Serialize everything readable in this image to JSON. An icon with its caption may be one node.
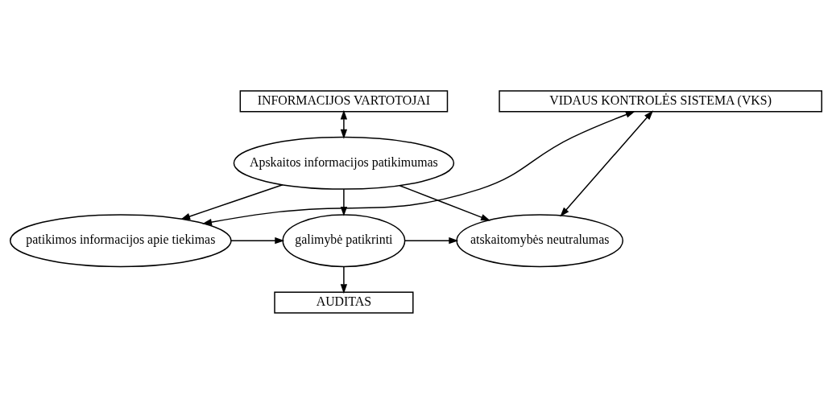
{
  "diagram": {
    "nodes": [
      {
        "text": [
          "INFORMACIJOS VARTOTOJAI"
        ]
      },
      {
        "text": [
          "Apskaitos informacijos patikimumas"
        ]
      },
      {
        "text": [
          "patikimos informacijos apie tiekimas"
        ]
      },
      {
        "text": [
          "galimybė patikrinti"
        ]
      },
      {
        "text": [
          "atskaitomybės neutralumas"
        ]
      },
      {
        "text": [
          "AUDITAS"
        ]
      },
      {
        "text": [
          "VIDAUS KONTROLĖS SISTEMA (VKS)"
        ]
      }
    ],
    "edges": [
      {
        "from": 0,
        "to": 1,
        "arrow": "both"
      },
      {
        "from": 1,
        "to": 2,
        "arrow": "to"
      },
      {
        "from": 1,
        "to": 3,
        "arrow": "to"
      },
      {
        "from": 1,
        "to": 4,
        "arrow": "to"
      },
      {
        "from": 2,
        "to": 3,
        "arrow": "to"
      },
      {
        "from": 3,
        "to": 4,
        "arrow": "to"
      },
      {
        "from": 3,
        "to": 5,
        "arrow": "to"
      },
      {
        "from": 2,
        "to": 6,
        "arrow": "both"
      },
      {
        "from": 4,
        "to": 6,
        "arrow": "both"
      }
    ]
  }
}
